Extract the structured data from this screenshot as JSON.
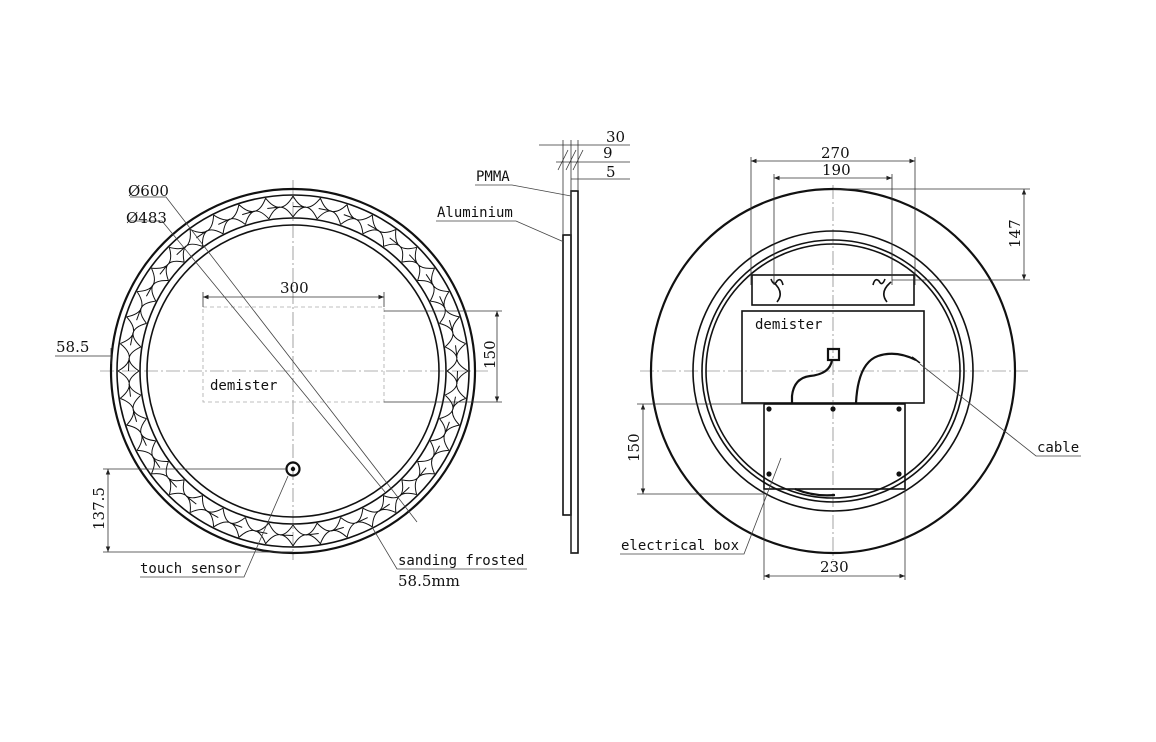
{
  "front_view": {
    "diameter_outer": "Ø600",
    "diameter_inner": "Ø483",
    "demister_width": "300",
    "demister_height": "150",
    "demister_label": "demister",
    "border_width": "58.5",
    "sensor_offset": "137.5",
    "sensor_label": "touch sensor",
    "sanding_label": "sanding frosted",
    "sanding_width": "58.5mm"
  },
  "side_view": {
    "total_depth": "30",
    "depth_mid": "9",
    "depth_glass": "5",
    "pmma_label": "PMMA",
    "aluminium_label": "Aluminium"
  },
  "back_view": {
    "width_outer": "270",
    "width_inner": "190",
    "height_top": "147",
    "demister_label": "demister",
    "box_height": "150",
    "box_width": "230",
    "cable_label": "cable",
    "box_label": "electrical box"
  }
}
